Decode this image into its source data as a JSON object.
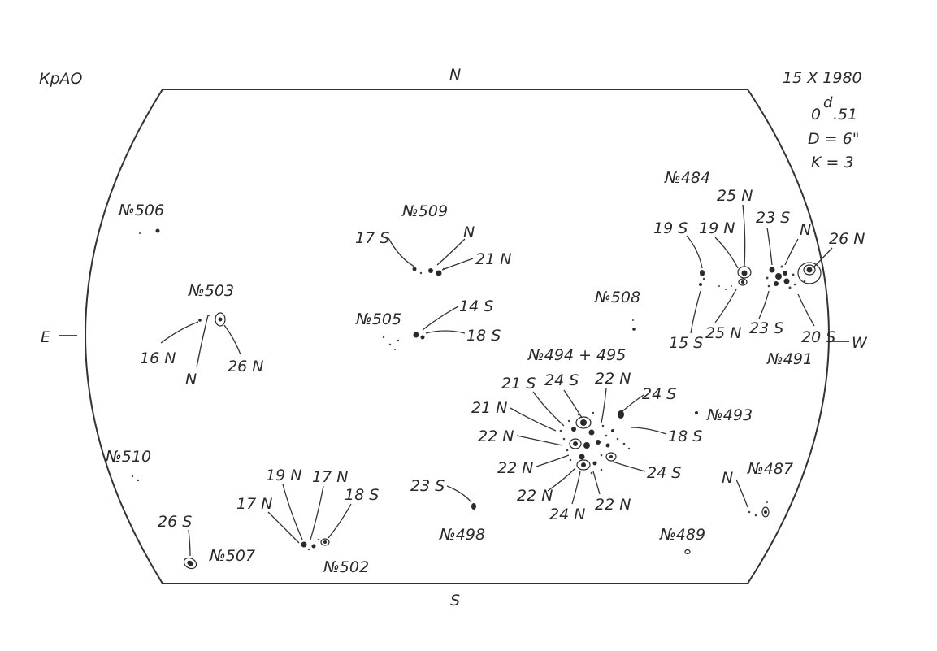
{
  "header": {
    "observatory": "КрАО",
    "north": "N",
    "date": "15  X 1980",
    "time": "0",
    "time_sup": "d",
    "time_frac": ".51",
    "diameter": "D = 6\"",
    "k_value": "K = 3"
  },
  "compass": {
    "east": "E",
    "west": "W",
    "south": "S"
  },
  "regions": [
    {
      "id": "506",
      "label": "№506"
    },
    {
      "id": "509",
      "label": "№509"
    },
    {
      "id": "484",
      "label": "№484"
    },
    {
      "id": "503",
      "label": "№503"
    },
    {
      "id": "505",
      "label": "№505"
    },
    {
      "id": "508",
      "label": "№508"
    },
    {
      "id": "494",
      "label": "№494 + 495"
    },
    {
      "id": "491",
      "label": "№491"
    },
    {
      "id": "493",
      "label": "№493"
    },
    {
      "id": "510",
      "label": "№510"
    },
    {
      "id": "487",
      "label": "№487"
    },
    {
      "id": "498",
      "label": "№498"
    },
    {
      "id": "489",
      "label": "№489"
    },
    {
      "id": "507",
      "label": "№507"
    },
    {
      "id": "502",
      "label": "№502"
    }
  ],
  "annotations": {
    "r509": [
      "17 S",
      "N",
      "21 N"
    ],
    "r484": [
      "25 N",
      "19 S",
      "19 N",
      "23 S",
      "N",
      "26 N",
      "15 S",
      "25 N",
      "23 S",
      "20 S"
    ],
    "r503": [
      "16 N",
      "N",
      "26 N"
    ],
    "r505": [
      "14 S",
      "18 S"
    ],
    "r494": [
      "21 S",
      "24 S",
      "22 N",
      "24 S",
      "21 N",
      "18 S",
      "22 N",
      "22 N",
      "24 S",
      "22 N",
      "24 N",
      "22 N"
    ],
    "r487": [
      "N"
    ],
    "r498": [
      "23 S"
    ],
    "r502": [
      "19 N",
      "17 N",
      "17 N",
      "18 S"
    ],
    "r507": [
      "26 S"
    ]
  }
}
